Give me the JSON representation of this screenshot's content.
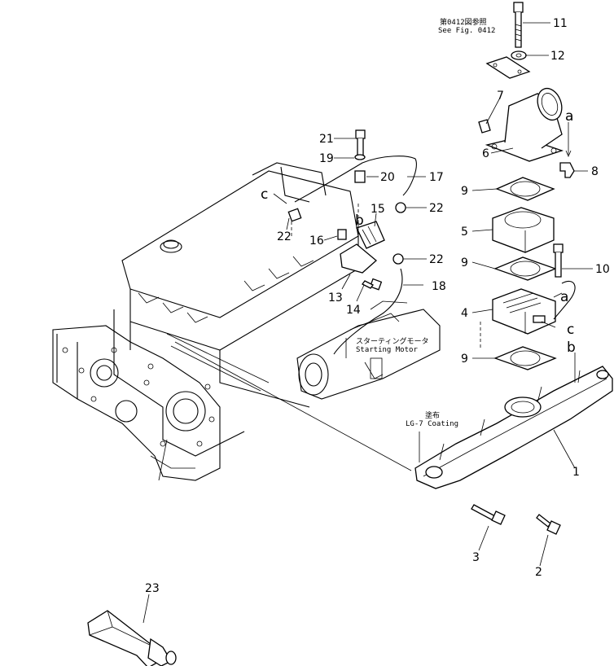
{
  "notes": {
    "fig_ref_jp": "第0412図参照",
    "fig_ref_en": "See Fig. 0412",
    "coating_jp": "塗布",
    "coating_en": "LG-7 Coating",
    "starting_motor_jp": "スターティングモータ",
    "starting_motor_en": "Starting Motor"
  },
  "letters": {
    "a_top": "a",
    "a_mid": "a",
    "b_left": "b",
    "b_right": "b",
    "c_left": "c",
    "c_right": "c"
  },
  "callouts": {
    "p1": "1",
    "p2": "2",
    "p3": "3",
    "p4": "4",
    "p5": "5",
    "p6": "6",
    "p7": "7",
    "p8": "8",
    "p9a": "9",
    "p9b": "9",
    "p9c": "9",
    "p10": "10",
    "p11": "11",
    "p12": "12",
    "p13": "13",
    "p14": "14",
    "p15": "15",
    "p16": "16",
    "p17": "17",
    "p18": "18",
    "p19": "19",
    "p20": "20",
    "p21": "21",
    "p22a": "22",
    "p22b": "22",
    "p22c": "22",
    "p23": "23"
  }
}
